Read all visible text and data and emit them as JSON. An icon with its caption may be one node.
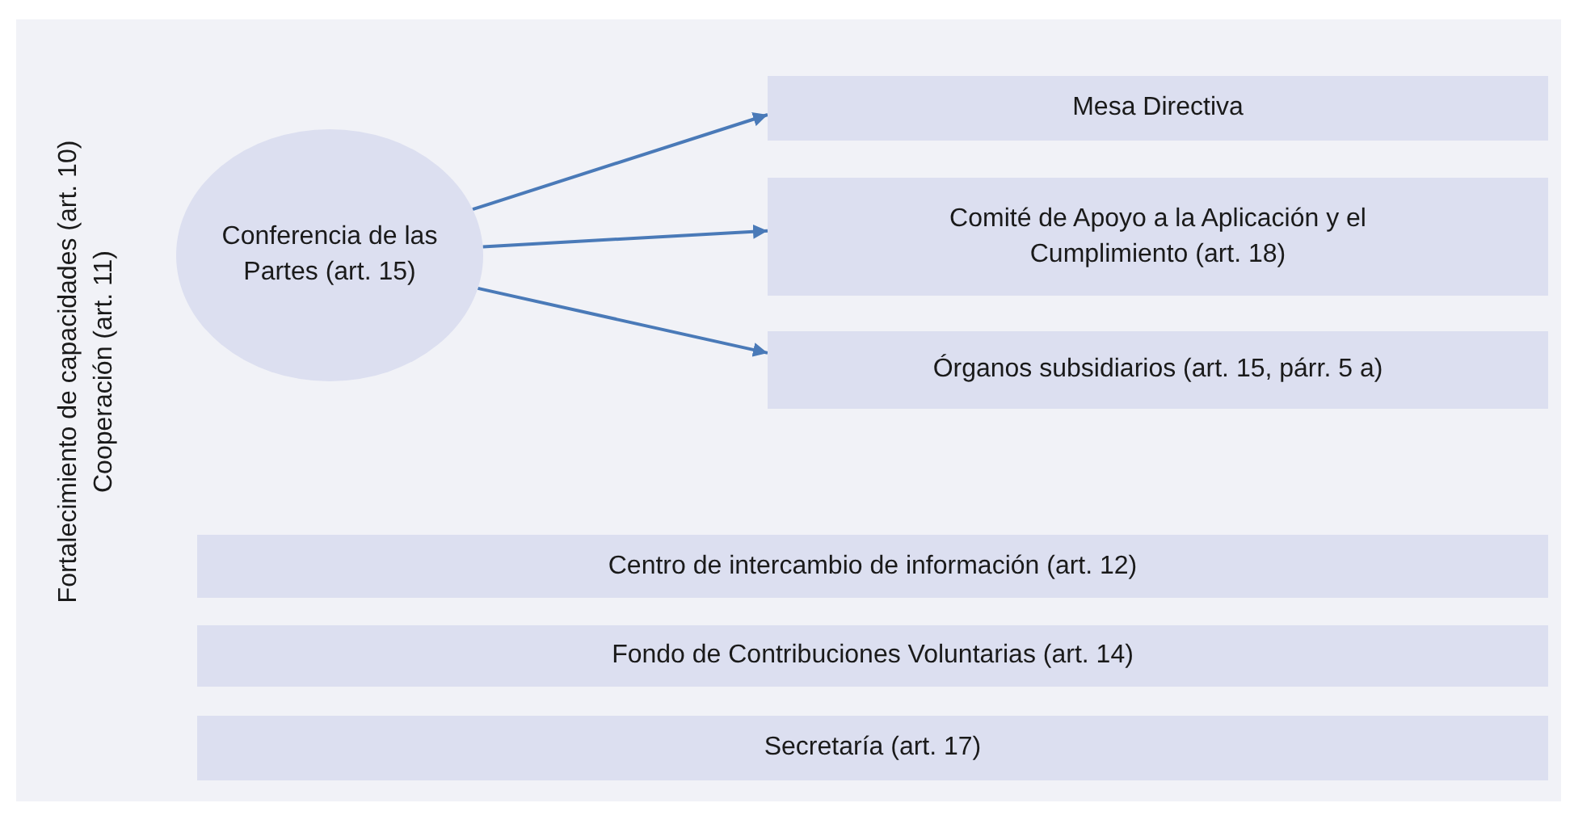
{
  "diagram": {
    "nodes": [
      {
        "text": [
          "Conferencia de las Partes (art. 15)"
        ]
      },
      {
        "text": [
          "Mesa Directiva"
        ]
      },
      {
        "text": [
          "Comité de Apoyo a la Aplicación y el Cumplimiento (art. 18)"
        ]
      },
      {
        "text": [
          "Órganos subsidiarios (art. 15, párr. 5 a)"
        ]
      },
      {
        "text": [
          "Centro de intercambio de información (art. 12)"
        ]
      },
      {
        "text": [
          "Fondo de Contribuciones Voluntarias (art. 14)"
        ]
      },
      {
        "text": [
          "Secretaría (art. 17)"
        ]
      }
    ],
    "edges": [
      {
        "from": 0,
        "to": 1,
        "arrow": "to"
      },
      {
        "from": 0,
        "to": 2,
        "arrow": "to"
      },
      {
        "from": 0,
        "to": 3,
        "arrow": "to"
      }
    ],
    "labels": [
      "Fortalecimiento de capacidades (art. 10)",
      "Cooperación (art. 11)"
    ]
  }
}
